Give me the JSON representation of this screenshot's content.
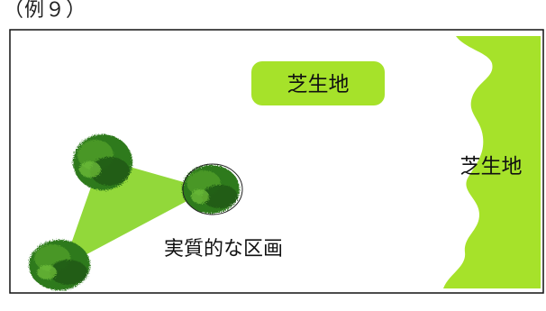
{
  "example_label": "（例９）",
  "labels": {
    "lawn_top": "芝生地",
    "lawn_right": "芝生地",
    "zone": "実質的な区画"
  },
  "colors": {
    "lawn": "#a6e22a",
    "zone": "#92d83a",
    "tree_dark": "#1f5a12",
    "tree_mid": "#3b8a22",
    "tree_light": "#6fbf3a",
    "frame": "#111111"
  }
}
